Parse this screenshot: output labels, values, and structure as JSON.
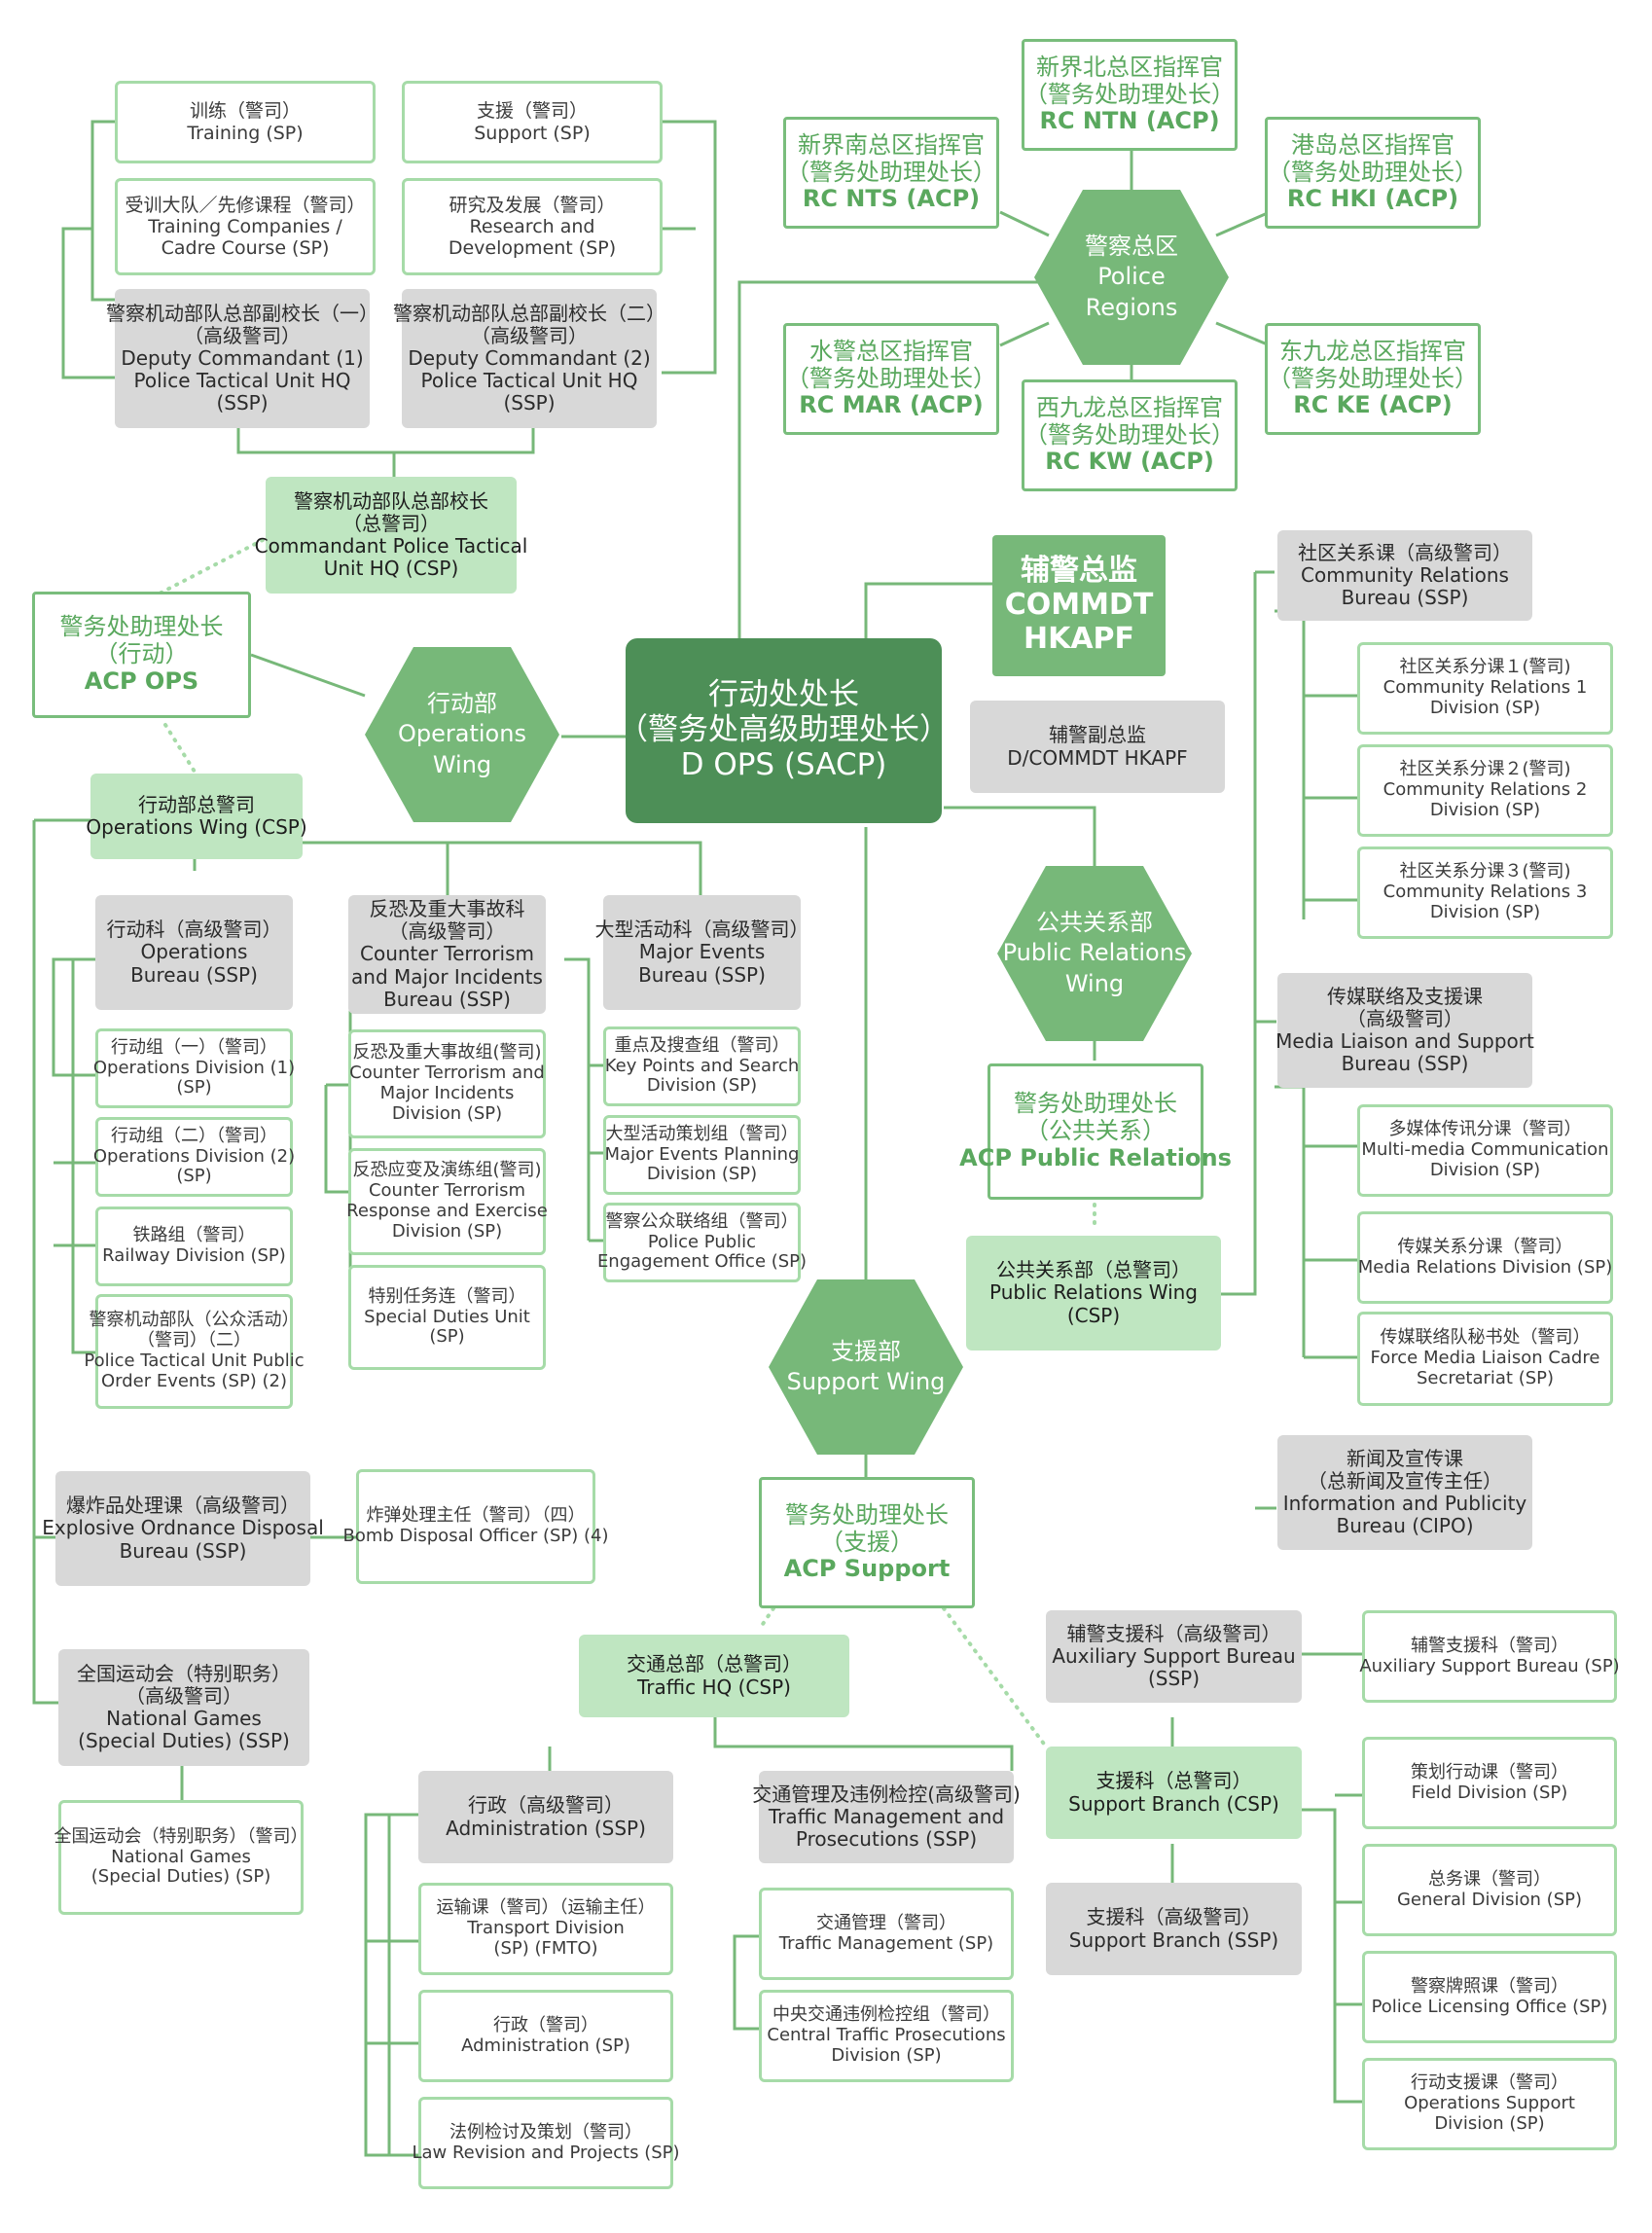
{
  "colors": {
    "line": "#77b879",
    "outline_border": "#a6dba8",
    "gray_fill": "#d8d8d8",
    "light_green_fill": "#bfe6c1",
    "medium_green_fill": "#77b879",
    "dark_green_fill": "#4d8f57",
    "green_text": "#5aa85e"
  },
  "center": {
    "l1": "行动处处长",
    "l2": "（警务处高级助理处长）",
    "l3": "D OPS (SACP)"
  },
  "kapf": {
    "l1": "辅警总监",
    "l2": "COMMDT",
    "l3": "HKAPF"
  },
  "dkapf": {
    "l1": "辅警副总监",
    "l2": "D/COMMDT HKAPF"
  },
  "regions": {
    "hex": {
      "l1": "警察总区",
      "l2": "Police",
      "l3": "Regions"
    },
    "ntn": {
      "l1": "新界北总区指挥官",
      "l2": "（警务处助理处长）",
      "l3": "RC NTN (ACP)"
    },
    "nts": {
      "l1": "新界南总区指挥官",
      "l2": "（警务处助理处长）",
      "l3": "RC NTS (ACP)"
    },
    "hki": {
      "l1": "港岛总区指挥官",
      "l2": "（警务处助理处长）",
      "l3": "RC HKI (ACP)"
    },
    "mar": {
      "l1": "水警总区指挥官",
      "l2": "（警务处助理处长）",
      "l3": "RC MAR (ACP)"
    },
    "kw": {
      "l1": "西九龙总区指挥官",
      "l2": "（警务处助理处长）",
      "l3": "RC KW (ACP)"
    },
    "ke": {
      "l1": "东九龙总区指挥官",
      "l2": "（警务处助理处长）",
      "l3": "RC KE (ACP)"
    }
  },
  "ptu": {
    "training": {
      "l1": "训练（警司）",
      "l2": "Training (SP)"
    },
    "support": {
      "l1": "支援（警司）",
      "l2": "Support (SP)"
    },
    "companies": {
      "l1": "受训大队／先修课程（警司）",
      "l2": "Training Companies /",
      "l3": "Cadre Course (SP)"
    },
    "research": {
      "l1": "研究及发展（警司）",
      "l2": "Research and",
      "l3": "Development (SP)"
    },
    "dc1": {
      "l1": "警察机动部队总部副校长（一）",
      "l2": "（高级警司）",
      "l3": "Deputy Commandant (1)",
      "l4": "Police Tactical Unit HQ",
      "l5": "(SSP)"
    },
    "dc2": {
      "l1": "警察机动部队总部副校长（二）",
      "l2": "（高级警司）",
      "l3": "Deputy Commandant (2)",
      "l4": "Police Tactical Unit HQ",
      "l5": "(SSP)"
    },
    "cmd": {
      "l1": "警察机动部队总部校长",
      "l2": "（总警司）",
      "l3": "Commandant Police Tactical",
      "l4": "Unit HQ (CSP)"
    }
  },
  "ops": {
    "acp": {
      "l1": "警务处助理处长",
      "l2": "（行动）",
      "l3": "ACP OPS"
    },
    "hex": {
      "l1": "行动部",
      "l2": "Operations",
      "l3": "Wing"
    },
    "csp": {
      "l1": "行动部总警司",
      "l2": "Operations Wing (CSP)"
    },
    "bureau": {
      "l1": "行动科（高级警司）",
      "l2": "Operations",
      "l3": "Bureau (SSP)"
    },
    "div1": {
      "l1": "行动组（一）（警司）",
      "l2": "Operations Division (1)",
      "l3": "(SP)"
    },
    "div2": {
      "l1": "行动组（二）（警司）",
      "l2": "Operations Division (2)",
      "l3": "(SP)"
    },
    "rail": {
      "l1": "铁路组（警司）",
      "l2": "Railway Division (SP)"
    },
    "ptupoe": {
      "l1": "警察机动部队（公众活动）",
      "l2": "（警司）（二）",
      "l3": "Police Tactical Unit Public",
      "l4": "Order Events (SP) (2)"
    },
    "ct": {
      "l1": "反恐及重大事故科",
      "l2": "（高级警司）",
      "l3": "Counter Terrorism",
      "l4": "and Major Incidents",
      "l5": "Bureau (SSP)"
    },
    "ctdiv": {
      "l1": "反恐及重大事故组(警司)",
      "l2": "Counter Terrorism and",
      "l3": "Major Incidents",
      "l4": "Division (SP)"
    },
    "ctre": {
      "l1": "反恐应变及演练组(警司)",
      "l2": "Counter Terrorism",
      "l3": "Response and Exercise",
      "l4": "Division (SP)"
    },
    "sdu": {
      "l1": "特别任务连（警司）",
      "l2": "Special Duties Unit",
      "l3": "(SP)"
    },
    "me": {
      "l1": "大型活动科（高级警司）",
      "l2": "Major Events",
      "l3": "Bureau (SSP)"
    },
    "kp": {
      "l1": "重点及搜查组（警司）",
      "l2": "Key Points and Search",
      "l3": "Division (SP)"
    },
    "mep": {
      "l1": "大型活动策划组（警司）",
      "l2": "Major Events Planning",
      "l3": "Division (SP)"
    },
    "ppe": {
      "l1": "警察公众联络组（警司）",
      "l2": "Police Public",
      "l3": "Engagement Office (SP)"
    },
    "eod": {
      "l1": "爆炸品处理课（高级警司）",
      "l2": "Explosive Ordnance Disposal",
      "l3": "Bureau (SSP)"
    },
    "bdo": {
      "l1": "炸弹处理主任（警司）（四）",
      "l2": "Bomb Disposal Officer (SP) (4)"
    },
    "ng": {
      "l1": "全国运动会（特别职务）",
      "l2": "（高级警司）",
      "l3": "National Games",
      "l4": "(Special Duties) (SSP)"
    },
    "ngsp": {
      "l1": "全国运动会（特别职务）（警司）",
      "l2": "National Games",
      "l3": "(Special Duties) (SP)"
    }
  },
  "pr": {
    "hex": {
      "l1": "公共关系部",
      "l2": "Public Relations",
      "l3": "Wing"
    },
    "acp": {
      "l1": "警务处助理处长",
      "l2": "（公共关系）",
      "l3": "ACP Public Relations"
    },
    "csp": {
      "l1": "公共关系部（总警司）",
      "l2": "Public Relations Wing",
      "l3": "(CSP)"
    },
    "crb": {
      "l1": "社区关系课（高级警司）",
      "l2": "Community Relations",
      "l3": "Bureau (SSP)"
    },
    "cr1": {
      "l1": "社区关系分课１(警司)",
      "l2": "Community Relations 1",
      "l3": "Division (SP)"
    },
    "cr2": {
      "l1": "社区关系分课２(警司)",
      "l2": "Community Relations 2",
      "l3": "Division (SP)"
    },
    "cr3": {
      "l1": "社区关系分课３(警司)",
      "l2": "Community Relations 3",
      "l3": "Division (SP)"
    },
    "mls": {
      "l1": "传媒联络及支援课",
      "l2": "（高级警司）",
      "l3": "Media Liaison and Support",
      "l4": "Bureau (SSP)"
    },
    "mmc": {
      "l1": "多媒体传讯分课（警司）",
      "l2": "Multi-media Communication",
      "l3": "Division (SP)"
    },
    "mr": {
      "l1": "传媒关系分课（警司）",
      "l2": "Media Relations Division (SP)"
    },
    "fml": {
      "l1": "传媒联络队秘书处（警司）",
      "l2": "Force Media Liaison Cadre",
      "l3": "Secretariat (SP)"
    },
    "ip": {
      "l1": "新闻及宣传课",
      "l2": "（总新闻及宣传主任）",
      "l3": "Information and Publicity",
      "l4": "Bureau (CIPO)"
    }
  },
  "sup": {
    "hex": {
      "l1": "支援部",
      "l2": "Support Wing"
    },
    "acp": {
      "l1": "警务处助理处长",
      "l2": "（支援）",
      "l3": "ACP Support"
    },
    "thq": {
      "l1": "交通总部（总警司）",
      "l2": "Traffic HQ (CSP)"
    },
    "adm": {
      "l1": "行政（高级警司）",
      "l2": "Administration (SSP)"
    },
    "tmp": {
      "l1": "交通管理及违例检控(高级警司)",
      "l2": "Traffic Management and",
      "l3": "Prosecutions (SSP)"
    },
    "trans": {
      "l1": "运输课（警司）（运输主任）",
      "l2": "Transport Division",
      "l3": "(SP) (FMTO)"
    },
    "admsp": {
      "l1": "行政（警司）",
      "l2": "Administration (SP)"
    },
    "law": {
      "l1": "法例检讨及策划（警司）",
      "l2": "Law Revision and Projects (SP)"
    },
    "tm": {
      "l1": "交通管理（警司）",
      "l2": "Traffic Management (SP)"
    },
    "ctp": {
      "l1": "中央交通违例检控组（警司）",
      "l2": "Central Traffic Prosecutions",
      "l3": "Division (SP)"
    },
    "asb": {
      "l1": "辅警支援科（高级警司）",
      "l2": "Auxiliary Support Bureau",
      "l3": "(SSP)"
    },
    "asbsp": {
      "l1": "辅警支援科（警司）",
      "l2": "Auxiliary Support Bureau (SP)"
    },
    "sbc": {
      "l1": "支援科（总警司）",
      "l2": "Support Branch (CSP)"
    },
    "sbs": {
      "l1": "支援科（高级警司）",
      "l2": "Support Branch (SSP)"
    },
    "field": {
      "l1": "策划行动课（警司）",
      "l2": "Field Division (SP)"
    },
    "gen": {
      "l1": "总务课（警司）",
      "l2": "General Division (SP)"
    },
    "lic": {
      "l1": "警察牌照课（警司）",
      "l2": "Police Licensing Office (SP)"
    },
    "osd": {
      "l1": "行动支援课（警司）",
      "l2": "Operations Support",
      "l3": "Division (SP)"
    }
  }
}
